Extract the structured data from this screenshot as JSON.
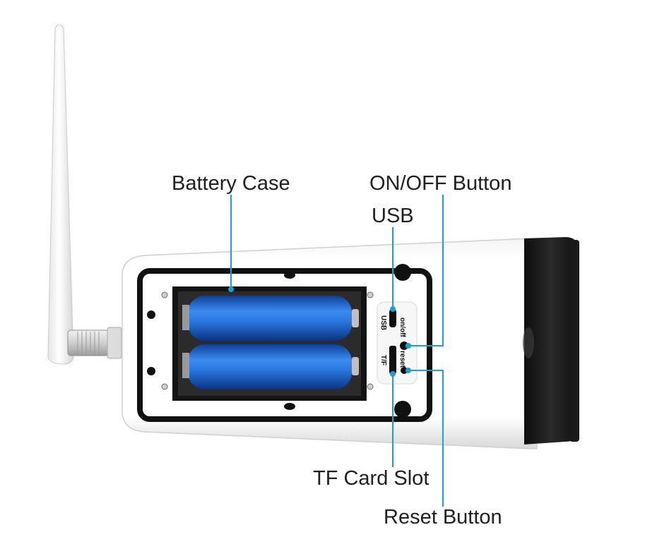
{
  "callouts": {
    "battery_case": "Battery Case",
    "on_off_button": "ON/OFF Button",
    "usb": "USB",
    "tf_card_slot": "TF Card Slot",
    "reset_button": "Reset Button"
  },
  "panel_markings": {
    "usb": "USB",
    "on_off": "on/off",
    "reset": "reset",
    "tf": "T/F"
  },
  "colors": {
    "callout_line": "#1aa0d8",
    "battery_blue": "#1f6fd0",
    "housing": "#ffffff",
    "gasket": "#111111"
  }
}
